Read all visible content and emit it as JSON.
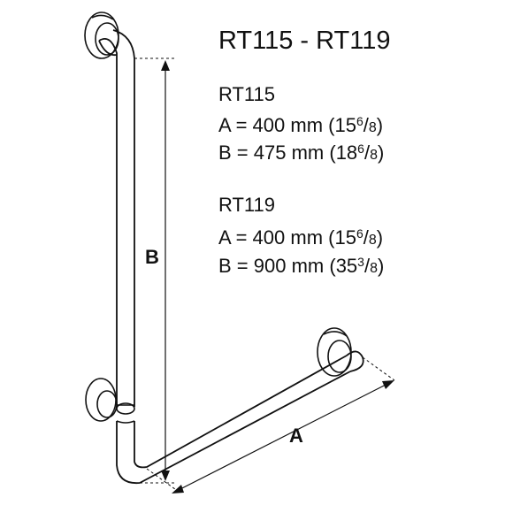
{
  "title": "RT115 - RT119",
  "dimension_labels": {
    "a": "A",
    "b": "B"
  },
  "models": [
    {
      "name": "RT115",
      "a": {
        "prefix": "A = ",
        "metric": "400 mm",
        "whole": "15",
        "num": "6",
        "den": "8"
      },
      "b": {
        "prefix": "B = ",
        "metric": "475 mm",
        "whole": "18",
        "num": "6",
        "den": "8"
      }
    },
    {
      "name": "RT119",
      "a": {
        "prefix": "A = ",
        "metric": "400 mm",
        "whole": "15",
        "num": "6",
        "den": "8"
      },
      "b": {
        "prefix": "B = ",
        "metric": "900 mm",
        "whole": "35",
        "num": "3",
        "den": "8"
      }
    }
  ],
  "colors": {
    "line": "#111111",
    "background": "#ffffff"
  }
}
